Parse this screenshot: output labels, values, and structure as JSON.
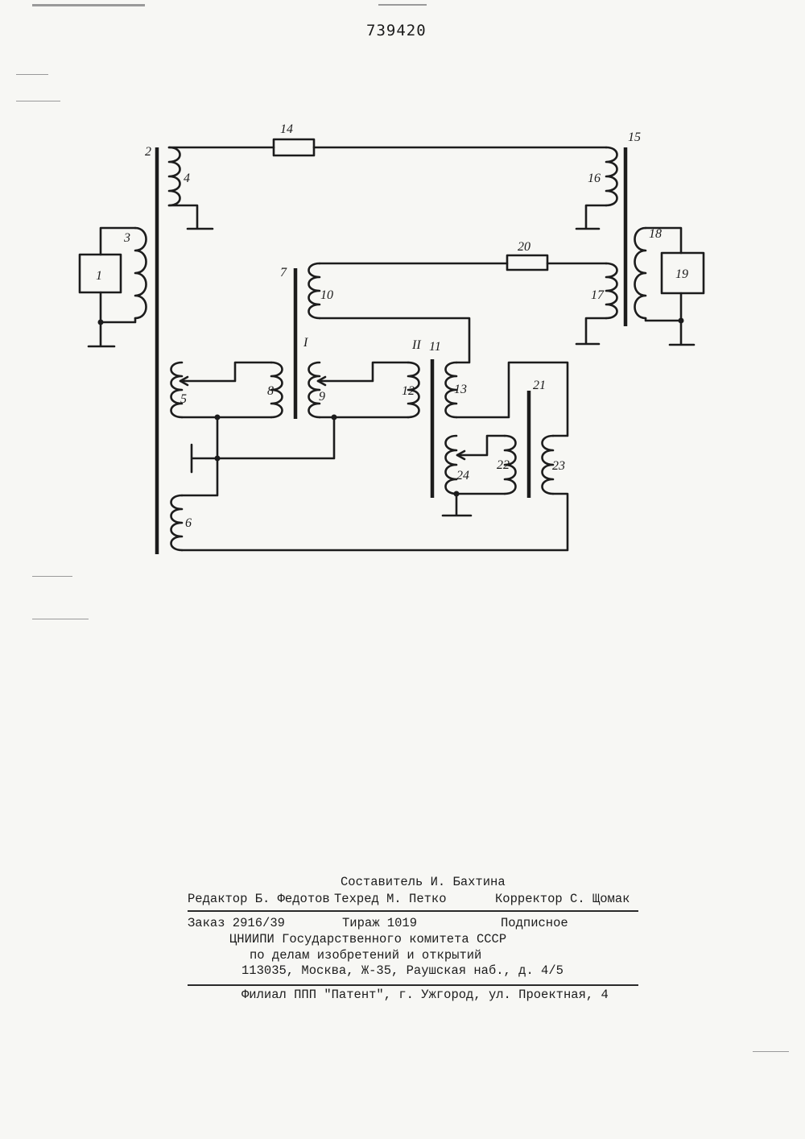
{
  "header": {
    "patent_number": "739420"
  },
  "diagram": {
    "labels": {
      "block_1": "1",
      "block_19": "19",
      "core_2": "2",
      "winding_3": "3",
      "winding_4": "4",
      "winding_5": "5",
      "winding_6": "6",
      "core_7": "7",
      "winding_8": "8",
      "winding_9": "9",
      "winding_10": "10",
      "core_11": "11",
      "winding_12": "12",
      "winding_13": "13",
      "resistor_14": "14",
      "core_15": "15",
      "winding_16": "16",
      "winding_17": "17",
      "winding_18": "18",
      "resistor_20": "20",
      "core_21": "21",
      "winding_22": "22",
      "winding_23": "23",
      "winding_24": "24",
      "roman_1": "I",
      "roman_2": "II"
    }
  },
  "colophon": {
    "compiler": "Составитель И. Бахтина",
    "editor": "Редактор Б. Федотов",
    "techred": "Техред М. Петко",
    "corrector": "Корректор С. Щомак",
    "order": "Заказ 2916/39",
    "circulation": "Тираж 1019",
    "subscription": "Подписное",
    "org_line1": "ЦНИИПИ Государственного комитета СССР",
    "org_line2": "по делам изобретений и открытий",
    "address": "113035, Москва, Ж-35, Раушская наб., д. 4/5",
    "branch": "Филиал ППП \"Патент\", г. Ужгород, ул. Проектная, 4"
  }
}
